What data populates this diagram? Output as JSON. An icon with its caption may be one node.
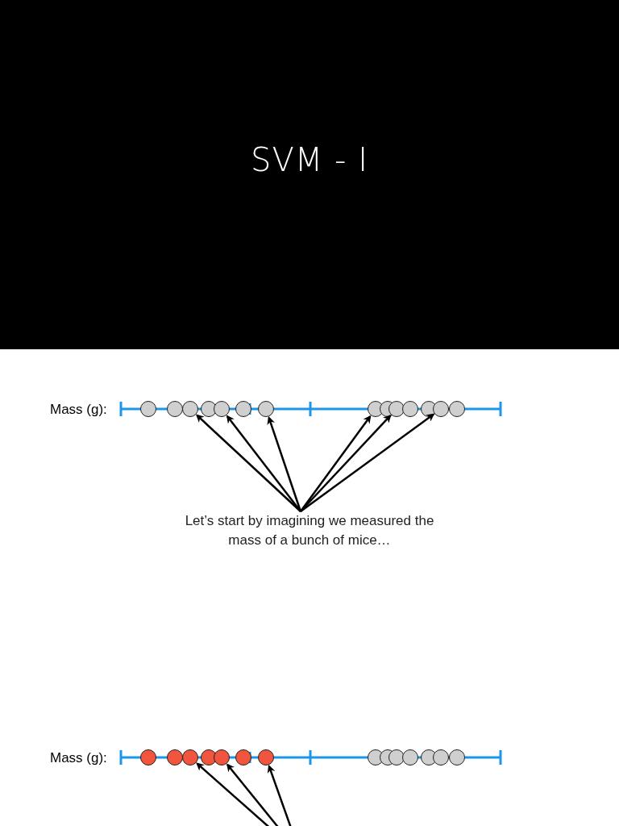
{
  "diagram": {
    "title": "SVM - I",
    "nodes": [
      {
        "text": [
          "Let’s start by imagining we measured the mass of a bunch of mice…"
        ]
      },
      {
        "text": [],
        "shape": "circle"
      },
      {
        "text": [],
        "shape": "circle"
      },
      {
        "text": [],
        "shape": "circle"
      },
      {
        "text": [],
        "shape": "circle"
      },
      {
        "text": [],
        "shape": "circle"
      },
      {
        "text": [],
        "shape": "circle"
      },
      {
        "text": [],
        "shape": "circle"
      },
      {
        "text": [],
        "shape": "circle"
      },
      {
        "text": [],
        "shape": "circle"
      },
      {
        "text": [],
        "shape": "circle"
      },
      {
        "text": [],
        "shape": "circle"
      },
      {
        "text": [],
        "shape": "circle"
      },
      {
        "text": [],
        "shape": "circle"
      },
      {
        "text": [],
        "shape": "circle"
      },
      {
        "text": [],
        "shape": "circle"
      },
      {
        "text": [],
        "shape": "circle"
      },
      {
        "text": [],
        "shape": "circle"
      },
      {
        "text": [],
        "shape": "circle"
      },
      {
        "text": [],
        "shape": "circle"
      },
      {
        "text": [],
        "shape": "circle"
      },
      {
        "text": [],
        "shape": "circle"
      },
      {
        "text": [],
        "shape": "circle"
      },
      {
        "text": [],
        "shape": "circle"
      },
      {
        "text": [],
        "shape": "circle"
      },
      {
        "text": [],
        "shape": "circle"
      },
      {
        "text": [],
        "shape": "circle"
      },
      {
        "text": [],
        "shape": "circle"
      },
      {
        "text": [],
        "shape": "circle"
      }
    ],
    "edges": [
      {
        "from": 0,
        "to": 3,
        "arrow": "to"
      },
      {
        "from": 0,
        "to": 5,
        "arrow": "to"
      },
      {
        "from": 0,
        "to": 7,
        "arrow": "to"
      },
      {
        "from": 0,
        "to": 8,
        "arrow": "to"
      },
      {
        "from": 0,
        "to": 10,
        "arrow": "to"
      },
      {
        "from": 0,
        "to": 13,
        "arrow": "to"
      },
      {
        "from": null,
        "to": 17,
        "arrow": "to"
      },
      {
        "from": null,
        "to": 19,
        "arrow": "to"
      },
      {
        "from": null,
        "to": 21,
        "arrow": "to"
      }
    ],
    "labels": [
      "Mass (g):",
      "Mass (g):"
    ]
  }
}
